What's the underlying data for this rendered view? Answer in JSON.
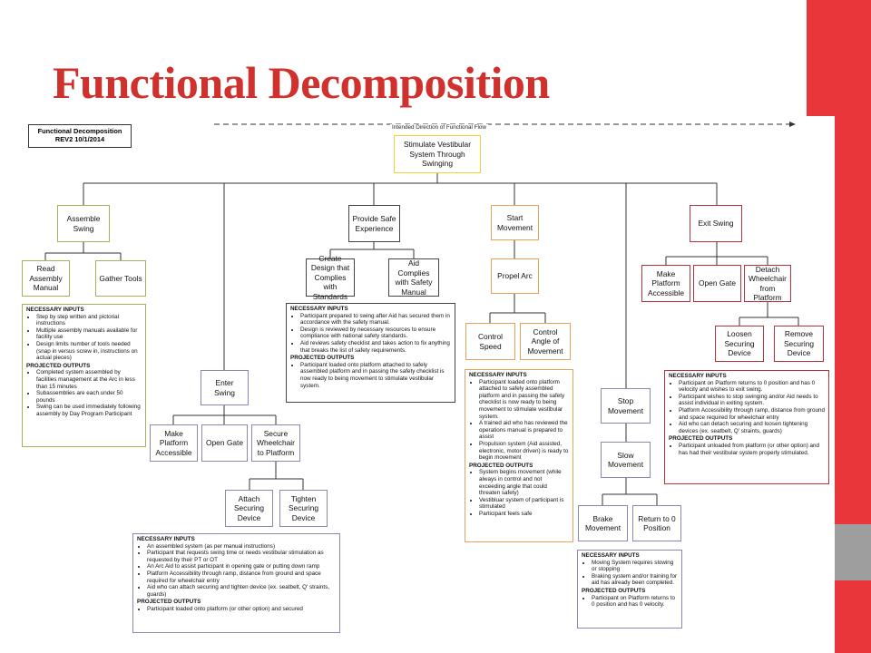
{
  "title": "Functional Decomposition",
  "rev": {
    "line1": "Functional Decomposition",
    "line2": "REV2 10/1/2014"
  },
  "flow_label": "Intended Direction of Functional Flow",
  "root": "Stimulate Vestibular System Through Swinging",
  "assemble": {
    "title": "Assemble Swing",
    "children": [
      "Read Assembly Manual",
      "Gather Tools"
    ],
    "inputs": [
      "Step by step written and pictorial instructions",
      "Multiple assembly manuals available for facility use",
      "Design limits number of tools needed (snap in versus screw in, instructions on actual pieces)"
    ],
    "outputs": [
      "Completed system assembled by facilities management at the Arc in less than 15 minutes",
      "Subassemblies are each under 50 pounds",
      "Swing can be used immediately following assembly by Day Program Participant"
    ]
  },
  "enter": {
    "title": "Enter Swing",
    "children": [
      "Make Platform Accessible",
      "Open Gate",
      "Secure Wheelchair to Platform"
    ],
    "sub": [
      "Attach Securing Device",
      "Tighten Securing Device"
    ],
    "inputs": [
      "An assembled system (as per manual instructions)",
      "Participant that requests swing time or needs vestibular stimulation as requested by their PT or OT",
      "An Arc Aid to assist participant in opening gate or putting down ramp",
      "Platform Accessibility through ramp, distance from ground and space required for wheelchair entry",
      "Aid who can attach securing and tighten device (ex. seatbelt, Q' straints, guards)"
    ],
    "outputs": [
      "Participant loaded onto platform (or other option) and secured"
    ]
  },
  "safe": {
    "title": "Provide Safe Experience",
    "children": [
      "Create Design that Complies with Standards",
      "Aid Complies with Safety Manual"
    ],
    "inputs": [
      "Participant prepared to swing after Aid has secured them in accordance with the safety manual.",
      "Design is reviewed by necessary resources to ensure compliance with national safety standards.",
      "Aid reviews safety checklist and takes action to fix anything that breaks the list of safety requirements."
    ],
    "outputs": [
      "Participant loaded onto platform attached to safely assembled platform and in passing the safety checklist is now ready to being movement to stimulate vestibular system."
    ]
  },
  "start": {
    "title": "Start Movement",
    "child": "Propel Arc",
    "sub": [
      "Control Speed",
      "Control Angle of Movement"
    ],
    "inputs": [
      "Participant loaded onto platform attached to safely assembled platform and in passing the safety checklist is now ready to being movement to stimulate vestibular system.",
      "A trained aid who has reviewed the operations manual is prepared to assist",
      "Propulsion system (Aid assisted, electronic, motor driven) is ready to begin movement"
    ],
    "outputs": [
      "System begins movement (while always in control and not exceeding angle that could threaten safety)",
      "Vestibluar system of participant is stimulated",
      "Participant feels safe"
    ]
  },
  "stop": {
    "title": "Stop Movement",
    "child": "Slow Movement",
    "sub": [
      "Brake Movement",
      "Return to 0 Position"
    ],
    "inputs": [
      "Moving System requires slowing or stopping",
      "Braking system and/or training for aid has already been completed."
    ],
    "outputs": [
      "Participant on Platform returns to 0 position and has 0 velocity."
    ]
  },
  "exit": {
    "title": "Exit Swing",
    "children": [
      "Make Platform Accessible",
      "Open Gate",
      "Detach Wheelchair from Platform"
    ],
    "sub": [
      "Loosen Securing Device",
      "Remove Securing Device"
    ],
    "inputs": [
      "Participant on Platform returns to 0 position and has 0 velocity and wishes to exit swing.",
      "Participant wishes to stop swinging and/or Aid needs to assist individual in exiting system.",
      "Platform Accessibility through ramp, distance from ground and space required for wheelchair entry",
      "Aid who can detach securing and loosen tightening devices (ex. seatbelt, Q' straints, guards)"
    ],
    "outputs": [
      "Participant unloaded from platform (or other option) and has had their vestibular system properly stimulated."
    ]
  },
  "labels": {
    "inputs": "NECESSARY INPUTS",
    "outputs": "PROJECTED OUTPUTS"
  },
  "colors": {
    "title": "#d0312d",
    "band": "#e8363a",
    "band_grey": "#9e9e9e",
    "yellow": "#f1d23a",
    "blue": "#8b86b4",
    "green": "#a5b45c",
    "orange": "#e8a25c",
    "red": "#b5343b"
  }
}
